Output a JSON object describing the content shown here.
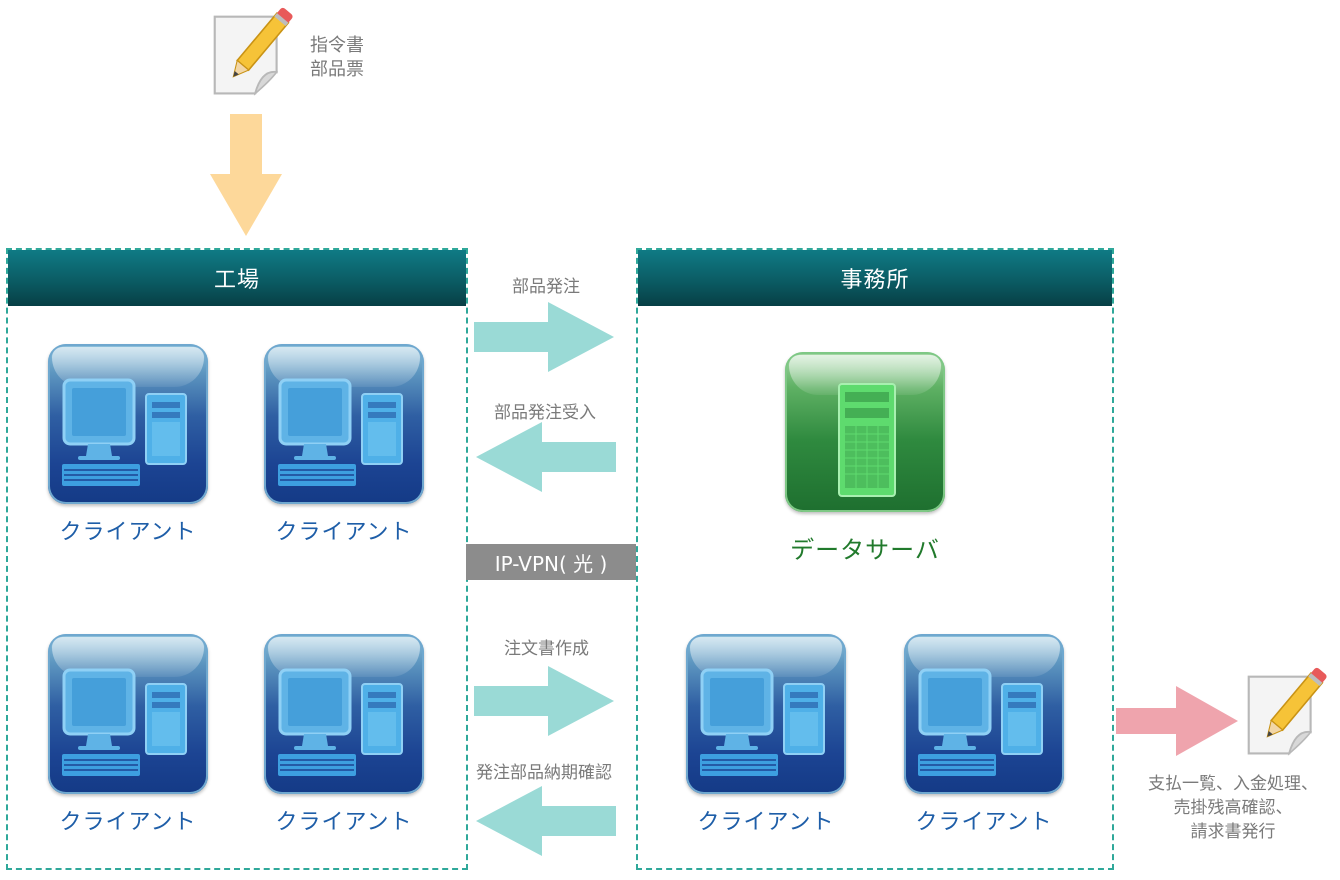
{
  "top_document": {
    "lines": [
      "指令書",
      "部品票"
    ],
    "icon": "pencil-document-icon"
  },
  "factory": {
    "title": "工場",
    "clients": [
      "クライアント",
      "クライアント",
      "クライアント",
      "クライアント"
    ]
  },
  "office": {
    "title": "事務所",
    "server_label": "データサーバ",
    "clients": [
      "クライアント",
      "クライアント"
    ]
  },
  "connection": {
    "vpn_label": "IP-VPN( 光 )",
    "flows": [
      {
        "label": "部品発注",
        "direction": "right"
      },
      {
        "label": "部品発注受入",
        "direction": "left"
      },
      {
        "label": "注文書作成",
        "direction": "right"
      },
      {
        "label": "発注部品納期確認",
        "direction": "left"
      }
    ]
  },
  "output_document": {
    "lines": [
      "支払一覧、入金処理、",
      "売掛残高確認、",
      "請求書発行"
    ],
    "icon": "pencil-document-icon"
  },
  "colors": {
    "header": "#0b5c64",
    "zone_border": "#2fa89a",
    "flow_arrow": "#9adad6",
    "input_arrow": "#fdd89a",
    "output_arrow": "#efa4ad",
    "client_label": "#1e5ea8",
    "server_label": "#217a2c"
  }
}
